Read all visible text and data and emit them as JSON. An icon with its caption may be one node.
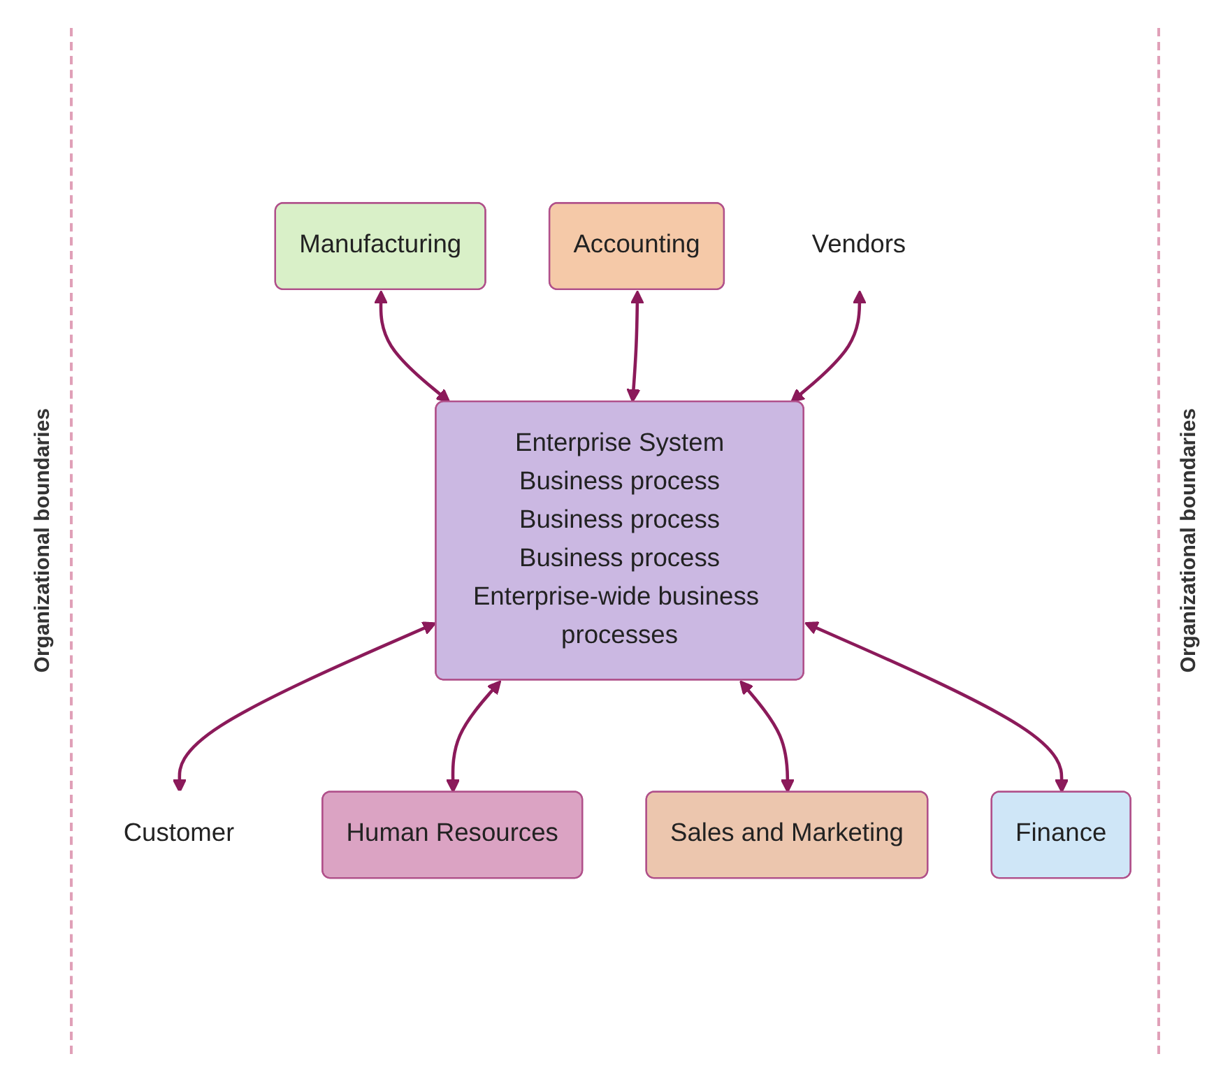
{
  "diagram": {
    "nodes": [
      {
        "text": [
          "Manufacturing"
        ]
      },
      {
        "text": [
          "Accounting"
        ]
      },
      {
        "text": [
          "Enterprise System",
          "Business process",
          "Business process",
          "Business process",
          "Enterprise-wide business processes"
        ]
      },
      {
        "text": [
          "Vendors"
        ]
      },
      {
        "text": [
          "Customer"
        ]
      },
      {
        "text": [
          "Human Resources"
        ]
      },
      {
        "text": [
          "Sales and Marketing"
        ]
      },
      {
        "text": [
          "Finance"
        ]
      }
    ],
    "edges": [
      {
        "from": 0,
        "to": 2,
        "arrow": "both"
      },
      {
        "from": 1,
        "to": 2,
        "arrow": "both"
      },
      {
        "from": 3,
        "to": 2,
        "arrow": "both"
      },
      {
        "from": 2,
        "to": 4,
        "arrow": "both"
      },
      {
        "from": 2,
        "to": 5,
        "arrow": "both"
      },
      {
        "from": 2,
        "to": 6,
        "arrow": "both"
      },
      {
        "from": 2,
        "to": 7,
        "arrow": "both"
      }
    ],
    "labels": [
      "Organizational boundaries",
      "Organizational boundaries"
    ]
  }
}
